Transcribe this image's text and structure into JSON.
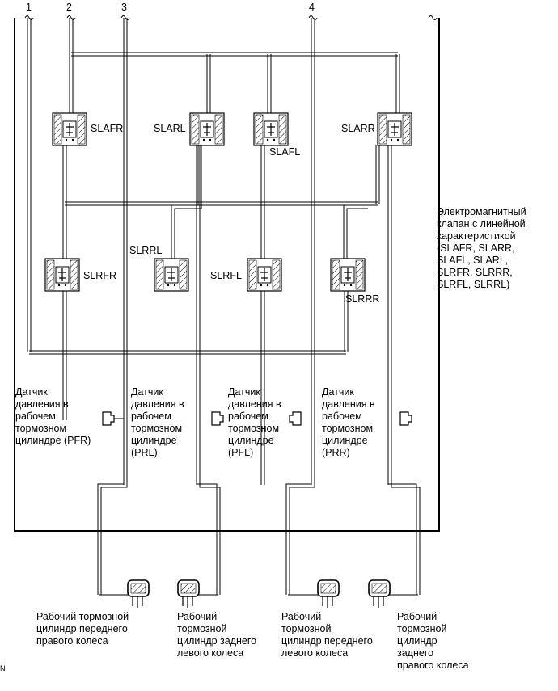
{
  "ports": [
    "1",
    "2",
    "3",
    "4"
  ],
  "valves": {
    "slafr": "SLAFR",
    "slarl": "SLARL",
    "slafl": "SLAFL",
    "slarr": "SLARR",
    "slrfr": "SLRFR",
    "slrrl": "SLRRL",
    "slrfl": "SLRFL",
    "slrrr": "SLRRR"
  },
  "legend": {
    "text": "Электромагнитный\nклапан с линейной\nхарактеристикой\n(SLAFR, SLARR,\nSLAFL, SLARL,\nSLRFR, SLRRR,\nSLRFL, SLRRL)"
  },
  "sensors": {
    "pfr": "Датчик\nдавления в\nрабочем\nтормозном\nцилиндре (PFR)",
    "prl": "Датчик\nдавления в\nрабочем\nтормозном\nцилиндре\n(PRL)",
    "pfl": "Датчик\nдавления в\nрабочем\nтормозном\nцилиндре\n(PFL)",
    "prr": "Датчик\nдавления в\nрабочем\nтормозном\nцилиндре\n(PRR)"
  },
  "cylinders": {
    "fr": "Рабочий тормозной\nцилиндр переднего\nправого колеса",
    "rl": "Рабочий\nтормозной\nцилиндр заднего\nлевого колеса",
    "fl": "Рабочий\nтормозной\nцилиндр переднего\nлевого колеса",
    "rr": "Рабочий\nтормозной\nцилиндр\nзаднего\nправого колеса"
  },
  "corner_mark": "N"
}
